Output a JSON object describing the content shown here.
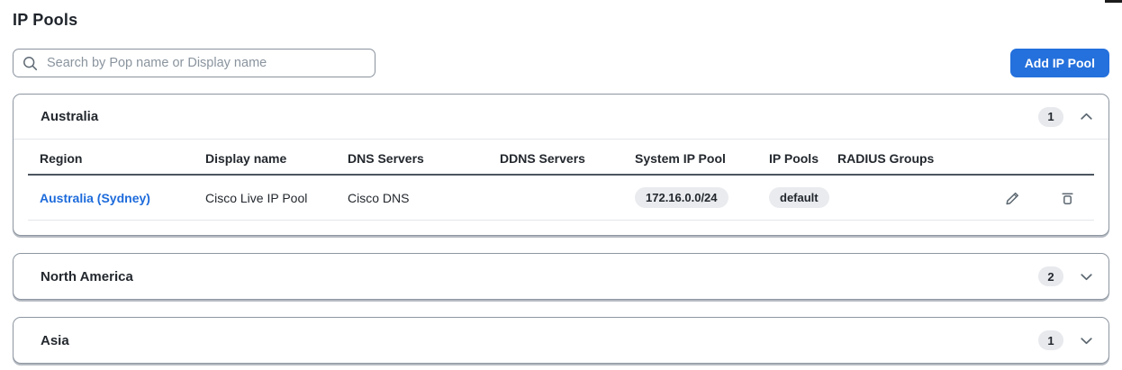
{
  "page": {
    "title": "IP Pools"
  },
  "toolbar": {
    "search_placeholder": "Search by Pop name or Display name",
    "search_value": "",
    "add_button_label": "Add IP Pool"
  },
  "table_headers": [
    "Region",
    "Display name",
    "DNS Servers",
    "DDNS Servers",
    "System IP Pool",
    "IP Pools",
    "RADIUS Groups"
  ],
  "sections": [
    {
      "name": "Australia",
      "count": "1",
      "expanded": true,
      "rows": [
        {
          "region": "Australia (Sydney)",
          "display_name": "Cisco Live IP Pool",
          "dns_servers": "Cisco DNS",
          "ddns_servers": "",
          "system_ip_pool": "172.16.0.0/24",
          "ip_pools": "default",
          "radius_groups": ""
        }
      ]
    },
    {
      "name": "North America",
      "count": "2",
      "expanded": false
    },
    {
      "name": "Asia",
      "count": "1",
      "expanded": false
    }
  ],
  "icons": {
    "search": "magnifier",
    "chevron_up": "collapse",
    "chevron_down": "expand",
    "edit": "pencil",
    "delete": "trash"
  },
  "colors": {
    "accent_blue": "#2470dc",
    "link_blue": "#1d6bdb",
    "pill_bg": "#e9ebee",
    "badge_bg": "#e7e9ed",
    "card_border": "#8d96a1",
    "header_underline": "#4c555f",
    "text_dark": "#23282e"
  }
}
